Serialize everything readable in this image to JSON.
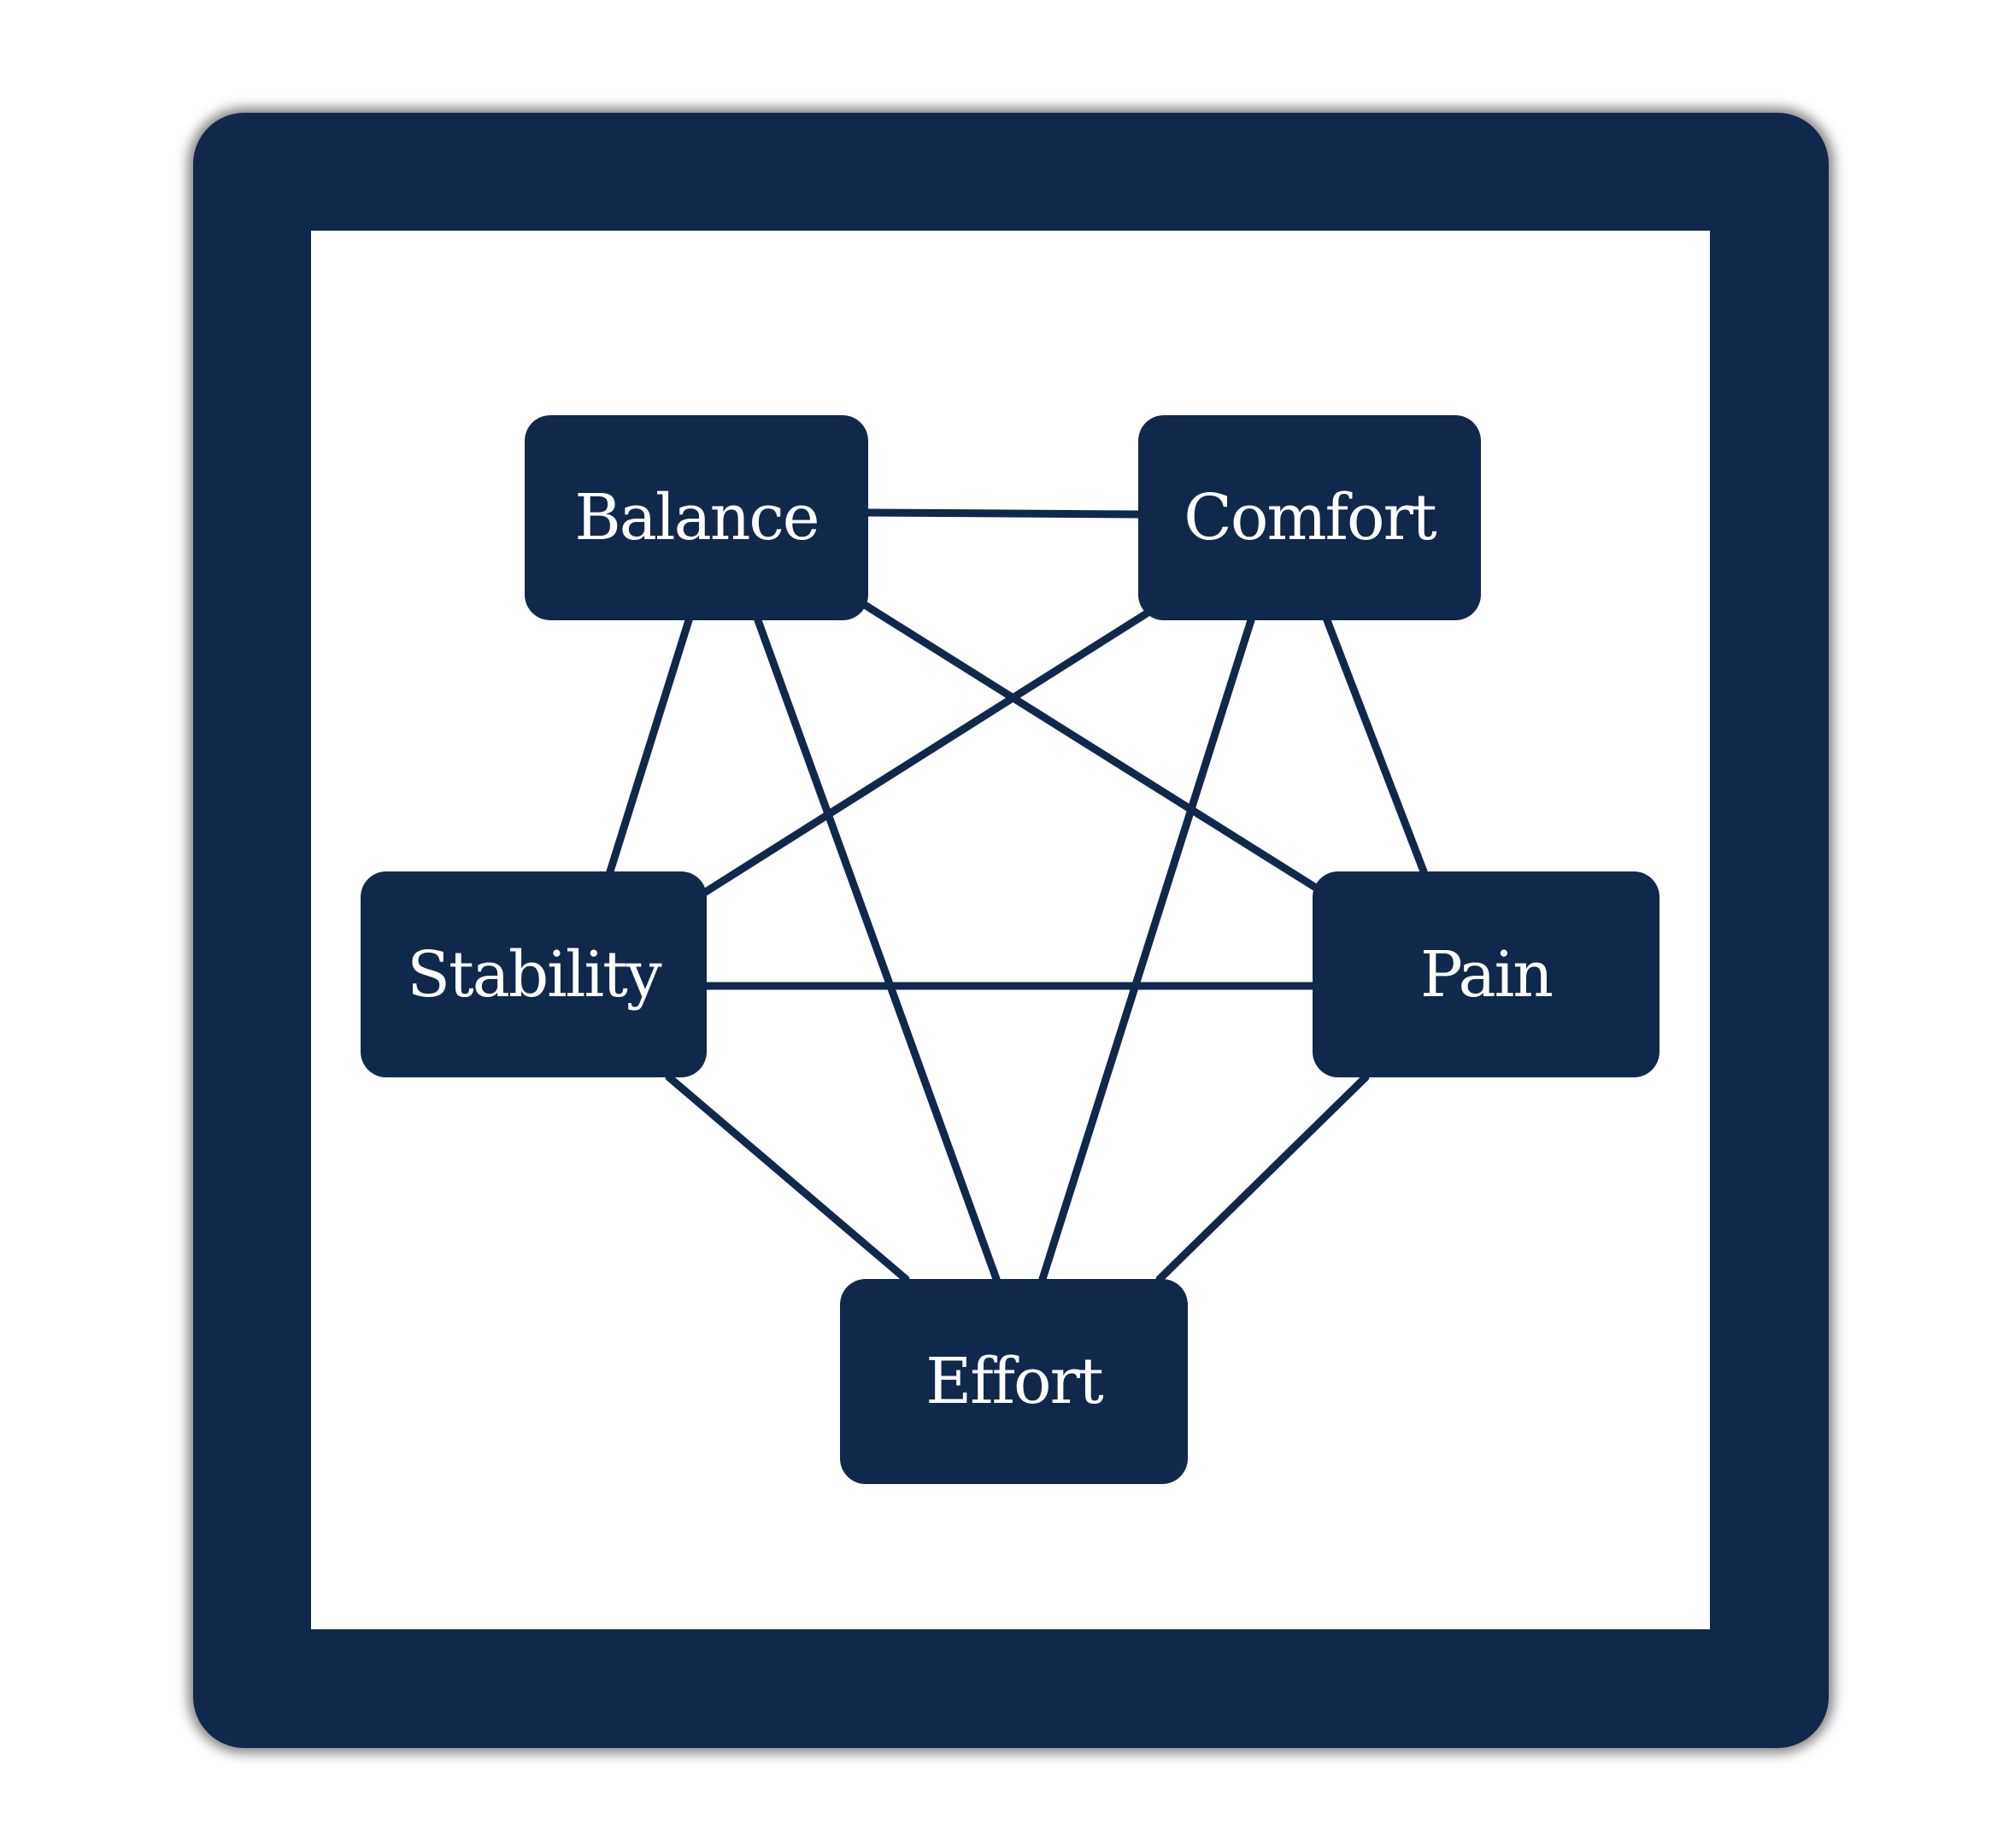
{
  "diagram": {
    "nodes": [
      {
        "id": "balance",
        "label": "Balance"
      },
      {
        "id": "comfort",
        "label": "Comfort"
      },
      {
        "id": "stability",
        "label": "Stability"
      },
      {
        "id": "pain",
        "label": "Pain"
      },
      {
        "id": "effort",
        "label": "Effort"
      }
    ],
    "edges": [
      [
        "balance",
        "comfort"
      ],
      [
        "balance",
        "stability"
      ],
      [
        "balance",
        "pain"
      ],
      [
        "balance",
        "effort"
      ],
      [
        "comfort",
        "stability"
      ],
      [
        "comfort",
        "pain"
      ],
      [
        "comfort",
        "effort"
      ],
      [
        "stability",
        "pain"
      ],
      [
        "stability",
        "effort"
      ],
      [
        "pain",
        "effort"
      ]
    ]
  },
  "colors": {
    "frame": "#11284d",
    "node": "#11284d",
    "edge": "#11284d",
    "label": "#ffffff",
    "canvas": "#ffffff"
  }
}
